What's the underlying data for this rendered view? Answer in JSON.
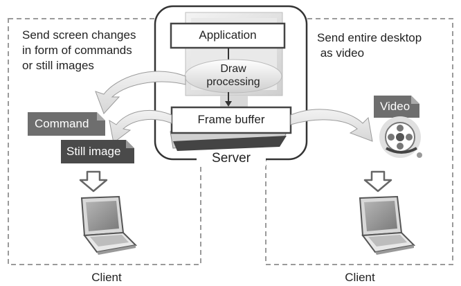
{
  "left_panel": {
    "description": "Send screen changes\nin form of commands\nor still images",
    "command_label": "Command",
    "still_image_label": "Still image",
    "client_label": "Client"
  },
  "server": {
    "application_label": "Application",
    "draw_processing_label": "Draw\nprocessing",
    "frame_buffer_label": "Frame buffer",
    "server_label": "Server"
  },
  "right_panel": {
    "description": "Send entire desktop\n as video",
    "video_label": "Video",
    "client_label": "Client"
  },
  "colors": {
    "tag_dark": "#4a4a4a",
    "tag_mid": "#6e6e6e",
    "arrow_fill": "#e6e6e6",
    "dashed_border": "#9a9a9a",
    "server_border": "#333333"
  }
}
